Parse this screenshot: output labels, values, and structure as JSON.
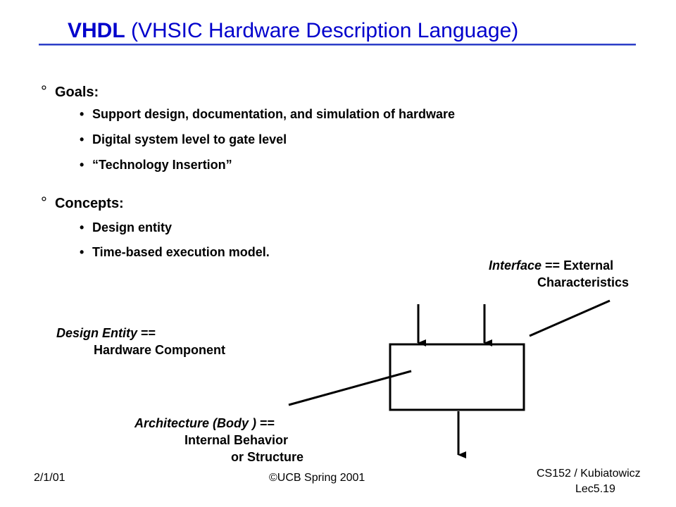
{
  "title": {
    "bold": "VHDL",
    "rest": " (VHSIC Hardware Description Language)"
  },
  "bullet_marker": "°",
  "sub_marker": "•",
  "sections": [
    {
      "heading": "Goals:",
      "items": [
        "Support design, documentation, and simulation of hardware",
        "Digital system level to gate level",
        "“Technology Insertion”"
      ]
    },
    {
      "heading": "Concepts:",
      "items": [
        "Design entity",
        "Time-based execution model."
      ]
    }
  ],
  "diagram": {
    "interface": {
      "italic": "Interface",
      "rest": " == External",
      "line2": "Characteristics"
    },
    "design_entity": {
      "italic": "Design Entity",
      "rest": "  ==",
      "line2": "Hardware Component"
    },
    "architecture": {
      "italic": "Architecture (Body )",
      "rest": "  ==",
      "line2": "Internal Behavior",
      "line3": "or Structure"
    }
  },
  "footer": {
    "date": "2/1/01",
    "copyright": "©UCB Spring 2001",
    "course": "CS152 / Kubiatowicz",
    "lecture": "Lec5.19"
  }
}
